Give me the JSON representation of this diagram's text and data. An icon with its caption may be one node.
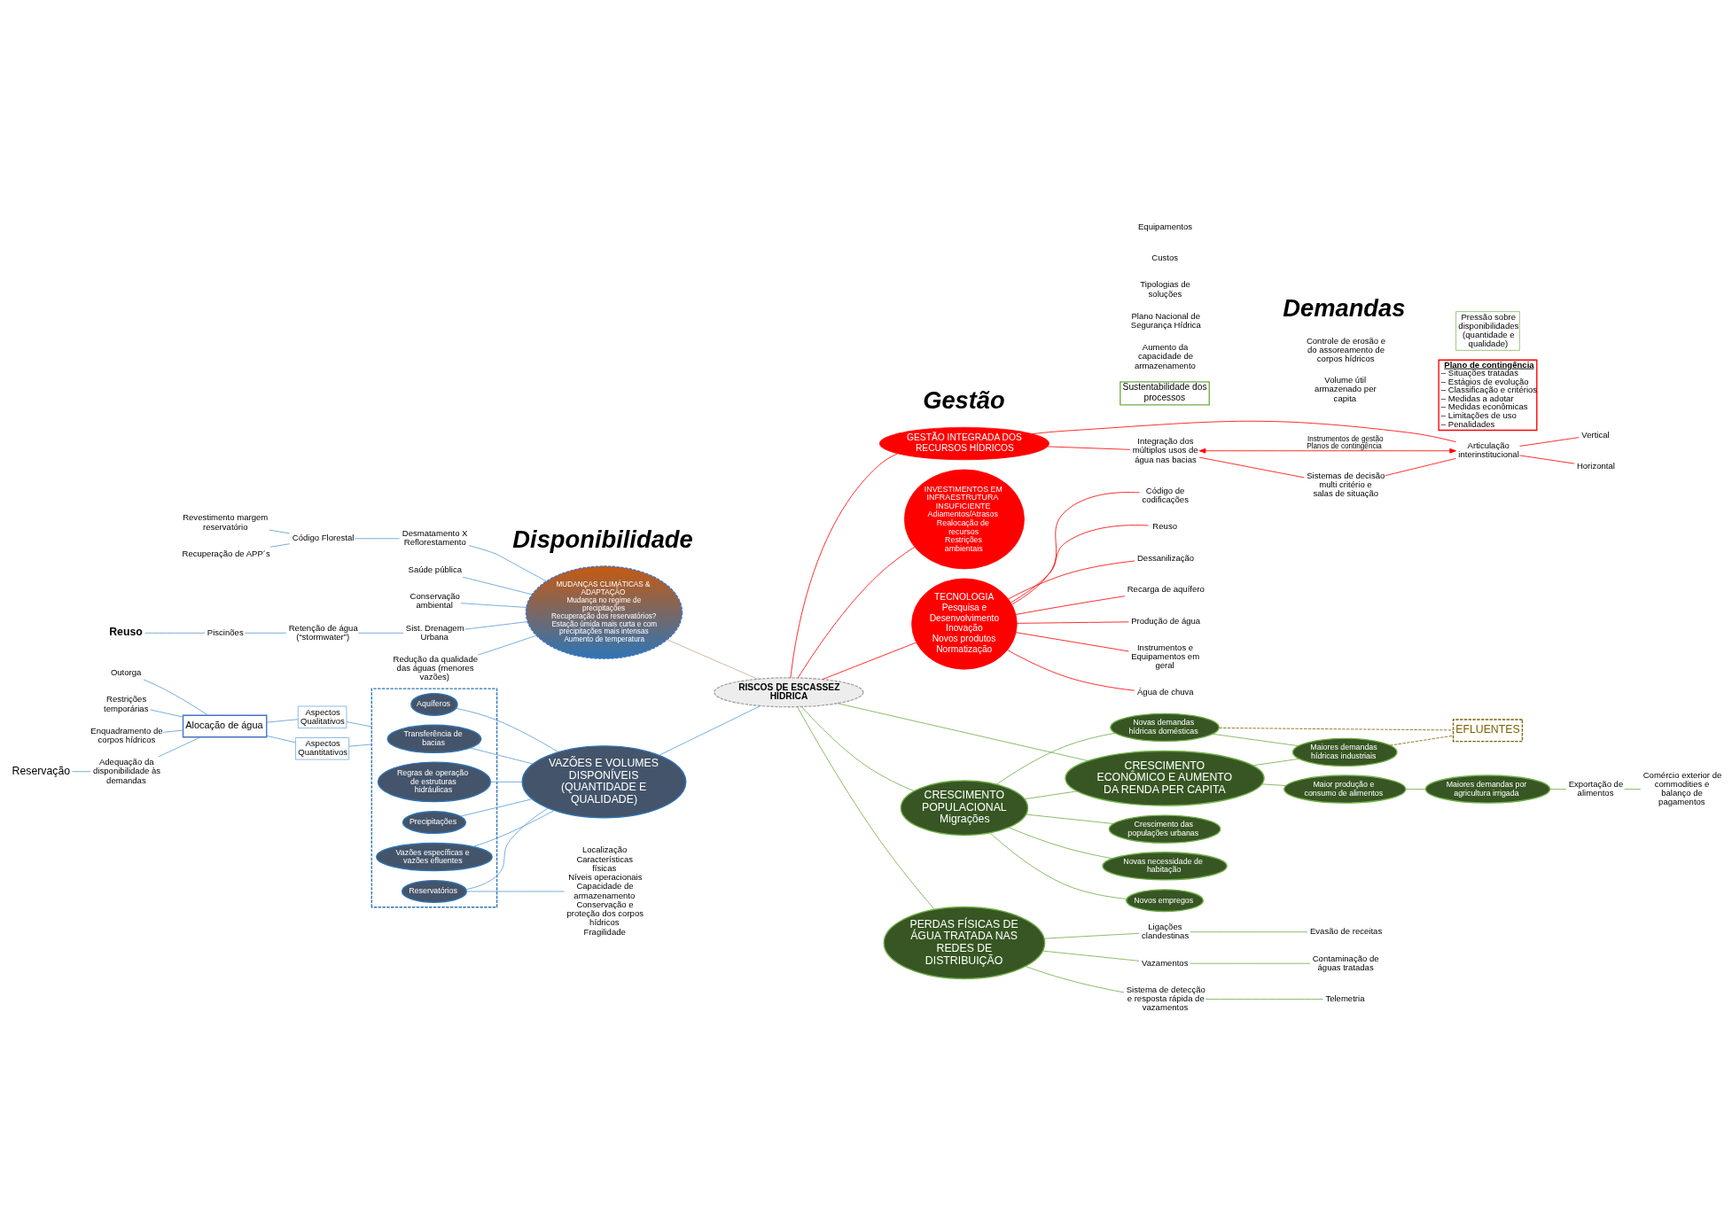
{
  "diagram": {
    "nodes": [
      {
        "text": [
          "RISCOS DE ESCASSEZ HÍDRICA"
        ]
      },
      {
        "text": [
          "GESTÃO INTEGRADA DOS RECURSOS HÍDRICOS"
        ]
      },
      {
        "text": [
          "INVESTIMENTOS EM INFRAESTRUTURA INSUFICIENTE",
          "Adiamentos/Atrasos",
          "Realocação de recursos",
          "Restrições ambientais"
        ]
      },
      {
        "text": [
          "TECNOLOGIA",
          "Pesquisa e Desenvolvimento",
          "Inovação",
          "Novos produtos",
          "Normatização"
        ]
      },
      {
        "text": [
          "Integração dos múltiplos usos de água nas bacias"
        ]
      },
      {
        "text": [
          "Sistemas de decisão multi critério e salas de situação"
        ]
      },
      {
        "text": [
          "Articulação interinstitucional"
        ]
      },
      {
        "text": [
          "Horizontal"
        ]
      },
      {
        "text": [
          "Vertical"
        ]
      },
      {
        "text": [
          "Instrumentos e Equipamentos em geral"
        ]
      },
      {
        "text": [
          "Água de chuva"
        ]
      },
      {
        "text": [
          "Código de codificações"
        ]
      },
      {
        "text": [
          "Reuso"
        ]
      },
      {
        "text": [
          "Dessanilização"
        ]
      },
      {
        "text": [
          "Recarga de aquífero"
        ]
      },
      {
        "text": [
          "Produção de água"
        ]
      },
      {
        "text": [
          "Plano de contingência",
          "– Situações tratadas",
          "– Estágios de evolução",
          "– Classificação e critérios",
          "– Medidas a adotar",
          "– Medidas econômicas",
          "– Limitações de uso",
          "– Penalidades"
        ]
      },
      {
        "text": [
          "MUDANÇAS CLIMÁTICAS & ADAPTAÇÃO",
          "Mudança no regime de precipitações",
          "Recuperação dos reservatórios?",
          "Estação úmida mais curta e com precipitações mais intensas",
          "Aumento de temperatura"
        ]
      },
      {
        "text": [
          "Saúde pública"
        ]
      },
      {
        "text": [
          "Conservação ambiental"
        ]
      },
      {
        "text": [
          "Sist. Drenagem Urbana"
        ]
      },
      {
        "text": [
          "Retenção de água (“stormwater”)"
        ]
      },
      {
        "text": [
          "Piscinões"
        ]
      },
      {
        "text": [
          "Reuso"
        ]
      },
      {
        "text": [
          "Redução da qualidade das águas (menores vazões)"
        ]
      },
      {
        "text": [
          "Desmatamento X Reflorestamento"
        ]
      },
      {
        "text": [
          "Código Florestal"
        ]
      },
      {
        "text": [
          "Revestimento margem reservatório"
        ]
      },
      {
        "text": [
          "Recuperação de APP´s"
        ]
      },
      {
        "text": [
          "Reservação"
        ]
      },
      {
        "text": [
          "Adequação da disponibilidade às demandas"
        ]
      },
      {
        "text": [
          "Outorga"
        ]
      },
      {
        "text": [
          "Restrições temporárias"
        ]
      },
      {
        "text": [
          "Enquadramento de corpos hídricos"
        ]
      },
      {
        "text": [
          "Alocação de água"
        ]
      },
      {
        "text": [
          "Aspectos Quantitativos"
        ]
      },
      {
        "text": [
          "Aspectos Qualitativos"
        ]
      },
      {
        "text": [],
        "shape": "box"
      },
      {
        "text": [
          "Precipitações"
        ],
        "in": 37
      },
      {
        "text": [
          "Vazões específicas e vazões efluentes"
        ],
        "in": 37
      },
      {
        "text": [
          "Aquíferos"
        ],
        "in": 37
      },
      {
        "text": [
          "Transferência de bacias"
        ],
        "in": 37
      },
      {
        "text": [
          "Regras de operação de estruturas hidráulicas"
        ],
        "in": 37
      },
      {
        "text": [
          "Reservatórios"
        ],
        "in": 37
      },
      {
        "text": [
          "VAZÕES E VOLUMES DISPONÍVEIS (QUANTIDADE E QUALIDADE)"
        ]
      },
      {
        "text": [
          "Localização",
          "Características físicas",
          "Níveis operacionais",
          "Capacidade de armazenamento",
          "Conservação e proteção dos corpos hídricos",
          "Fragilidade"
        ]
      },
      {
        "text": [
          "CRESCIMENTO POPULACIONAL",
          "Migrações"
        ]
      },
      {
        "text": [
          "CRESCIMENTO ECONÔMICO E AUMENTO DA RENDA PER CAPITA"
        ]
      },
      {
        "text": [
          "PERDAS FÍSICAS DE ÁGUA TRATADA NAS REDES DE DISTRIBUIÇÃO"
        ]
      },
      {
        "text": [
          "Novas necessidade de habitação"
        ]
      },
      {
        "text": [
          "Novos empregos"
        ]
      },
      {
        "text": [
          "Crescimento das populações urbanas"
        ]
      },
      {
        "text": [
          "Novas demandas hídricas domésticas"
        ]
      },
      {
        "text": [
          "Sustentabilidade dos processos"
        ]
      },
      {
        "text": [
          "EFLUENTES"
        ]
      },
      {
        "text": [
          "Maiores demandas hídricas industriais"
        ]
      },
      {
        "text": [
          "Maior produção e consumo de alimentos"
        ]
      },
      {
        "text": [
          "Maiores demandas por agricultura irrigada"
        ]
      },
      {
        "text": [
          "Pressão sobre disponibilidades (quantidade e qualidade)"
        ]
      },
      {
        "text": [
          "Exportação de alimentos"
        ]
      },
      {
        "text": [
          "Comércio exterior de commodities e balanço de pagamentos"
        ]
      },
      {
        "text": [
          "Ligações clandestinas"
        ]
      },
      {
        "text": [
          "Evasão de receitas"
        ]
      },
      {
        "text": [
          "Vazamentos"
        ]
      },
      {
        "text": [
          "Contaminação de águas tratadas"
        ]
      },
      {
        "text": [
          "Sistema de detecção e resposta rápida de vazamentos"
        ]
      },
      {
        "text": [
          "Telemetria"
        ]
      }
    ],
    "edges": [
      {
        "from": 0,
        "to": 1,
        "arrow": "none",
        "color": "#ff0000"
      },
      {
        "from": 0,
        "to": 2,
        "arrow": "none",
        "color": "#ff0000"
      },
      {
        "from": 0,
        "to": 3,
        "arrow": "none",
        "color": "#ff0000"
      },
      {
        "from": 1,
        "to": 4,
        "arrow": "none",
        "color": "#ff0000"
      },
      {
        "from": 1,
        "to": 6,
        "arrow": "none",
        "color": "#ff0000"
      },
      {
        "from": 4,
        "to": 5,
        "arrow": "none",
        "color": "#ff0000"
      },
      {
        "from": 5,
        "to": 6,
        "arrow": "none",
        "color": "#ff0000"
      },
      {
        "from": 4,
        "to": 6,
        "arrow": "both",
        "label": "Instrumentos de gestão Planos de contingência",
        "color": "#ff0000"
      },
      {
        "from": 6,
        "to": 7,
        "arrow": "none",
        "color": "#ff0000"
      },
      {
        "from": 6,
        "to": 8,
        "arrow": "none",
        "color": "#ff0000"
      },
      {
        "from": 3,
        "to": 9,
        "arrow": "none",
        "color": "#ff0000"
      },
      {
        "from": 3,
        "to": 10,
        "arrow": "none",
        "color": "#ff0000"
      },
      {
        "from": 3,
        "to": 11,
        "arrow": "none",
        "color": "#ff0000"
      },
      {
        "from": 3,
        "to": 12,
        "arrow": "none",
        "color": "#ff0000"
      },
      {
        "from": 3,
        "to": 13,
        "arrow": "none",
        "color": "#ff0000"
      },
      {
        "from": 3,
        "to": 14,
        "arrow": "none",
        "color": "#ff0000"
      },
      {
        "from": 3,
        "to": 15,
        "arrow": "none",
        "color": "#ff0000"
      },
      {
        "from": 23,
        "to": 22,
        "arrow": "none"
      },
      {
        "from": 22,
        "to": 21,
        "arrow": "none"
      },
      {
        "from": 21,
        "to": 20,
        "arrow": "none"
      },
      {
        "from": 20,
        "to": 17,
        "arrow": "none"
      },
      {
        "from": 18,
        "to": 17,
        "arrow": "none"
      },
      {
        "from": 19,
        "to": 17,
        "arrow": "none"
      },
      {
        "from": 24,
        "to": 17,
        "arrow": "none"
      },
      {
        "from": 27,
        "to": 26,
        "arrow": "none"
      },
      {
        "from": 28,
        "to": 26,
        "arrow": "none"
      },
      {
        "from": 26,
        "to": 25,
        "arrow": "none"
      },
      {
        "from": 25,
        "to": 17,
        "arrow": "none"
      },
      {
        "from": 17,
        "to": 0,
        "arrow": "none",
        "color": "#c9a68f"
      },
      {
        "from": 29,
        "to": 30,
        "arrow": "none"
      },
      {
        "from": 30,
        "to": 34,
        "arrow": "none"
      },
      {
        "from": 31,
        "to": 34,
        "arrow": "none"
      },
      {
        "from": 32,
        "to": 34,
        "arrow": "none"
      },
      {
        "from": 33,
        "to": 34,
        "arrow": "none"
      },
      {
        "from": 34,
        "to": 35,
        "arrow": "none"
      },
      {
        "from": 34,
        "to": 36,
        "arrow": "none"
      },
      {
        "from": 35,
        "to": 37,
        "arrow": "none"
      },
      {
        "from": 36,
        "to": 37,
        "arrow": "none"
      },
      {
        "from": 38,
        "to": 44,
        "arrow": "none"
      },
      {
        "from": 39,
        "to": 44,
        "arrow": "none"
      },
      {
        "from": 40,
        "to": 44,
        "arrow": "none"
      },
      {
        "from": 41,
        "to": 44,
        "arrow": "none"
      },
      {
        "from": 42,
        "to": 44,
        "arrow": "none"
      },
      {
        "from": 43,
        "to": 44,
        "arrow": "none"
      },
      {
        "from": 43,
        "to": 45,
        "arrow": "none"
      },
      {
        "from": 44,
        "to": 0,
        "arrow": "none"
      },
      {
        "from": 0,
        "to": 46,
        "arrow": "none",
        "color": "#70ad47"
      },
      {
        "from": 0,
        "to": 47,
        "arrow": "none",
        "color": "#70ad47"
      },
      {
        "from": 0,
        "to": 48,
        "arrow": "none",
        "color": "#70ad47"
      },
      {
        "from": 46,
        "to": 47,
        "arrow": "none",
        "color": "#70ad47"
      },
      {
        "from": 46,
        "to": 49,
        "arrow": "none",
        "color": "#70ad47"
      },
      {
        "from": 46,
        "to": 50,
        "arrow": "none",
        "color": "#70ad47"
      },
      {
        "from": 46,
        "to": 51,
        "arrow": "none",
        "color": "#70ad47"
      },
      {
        "from": 46,
        "to": 52,
        "arrow": "none",
        "color": "#70ad47"
      },
      {
        "from": 52,
        "to": 55,
        "arrow": "none",
        "color": "#70ad47"
      },
      {
        "from": 52,
        "to": 54,
        "arrow": "none",
        "style": "dashed",
        "color": "#7f6000"
      },
      {
        "from": 55,
        "to": 54,
        "arrow": "none",
        "style": "dashed",
        "color": "#7f6000"
      },
      {
        "from": 47,
        "to": 55,
        "arrow": "none",
        "color": "#70ad47"
      },
      {
        "from": 47,
        "to": 56,
        "arrow": "none",
        "color": "#70ad47"
      },
      {
        "from": 56,
        "to": 57,
        "arrow": "none",
        "color": "#70ad47"
      },
      {
        "from": 57,
        "to": 59,
        "arrow": "none",
        "color": "#70ad47"
      },
      {
        "from": 59,
        "to": 60,
        "arrow": "none",
        "color": "#70ad47"
      },
      {
        "from": 48,
        "to": 61,
        "arrow": "none",
        "color": "#70ad47"
      },
      {
        "from": 48,
        "to": 63,
        "arrow": "none",
        "color": "#70ad47"
      },
      {
        "from": 48,
        "to": 65,
        "arrow": "none",
        "color": "#70ad47"
      },
      {
        "from": 61,
        "to": 62,
        "arrow": "none",
        "color": "#70ad47"
      },
      {
        "from": 63,
        "to": 64,
        "arrow": "none",
        "color": "#70ad47"
      },
      {
        "from": 65,
        "to": 66,
        "arrow": "none",
        "color": "#70ad47"
      }
    ],
    "labels": [
      "Gestão",
      "Aumento da capacidade de armazenamento",
      "Plano Nacional de Segurança Hídrica",
      "Volume útil armazenado per capita",
      "Controle de erosão e do assoreamento de corpos hídricos",
      "Tipologias de soluções",
      "Custos",
      "Equipamentos",
      "Disponibilidade",
      "Demandas"
    ]
  }
}
